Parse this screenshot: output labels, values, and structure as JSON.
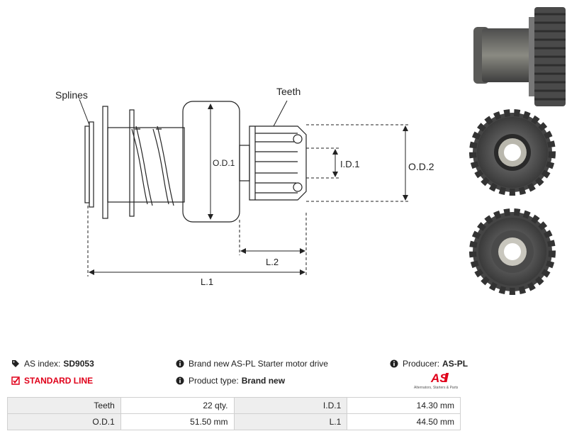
{
  "diagram": {
    "labels": {
      "splines": "Splines",
      "teeth": "Teeth",
      "od1": "O.D.1",
      "id1": "I.D.1",
      "od2": "O.D.2",
      "l2": "L.2",
      "l1": "L.1"
    }
  },
  "info": {
    "as_index_label": "AS index:",
    "as_index_value": "SD9053",
    "standard_line": "STANDARD LINE",
    "description": "Brand new AS-PL Starter motor drive",
    "product_type_label": "Product type:",
    "product_type_value": "Brand new",
    "producer_label": "Producer:",
    "producer_value": "AS-PL"
  },
  "logo": {
    "text": "AS",
    "tagline": "Alternators, Starters & Parts",
    "accent_color": "#e0001a"
  },
  "specs": [
    {
      "label1": "Teeth",
      "value1": "22 qty.",
      "label2": "I.D.1",
      "value2": "14.30 mm"
    },
    {
      "label1": "O.D.1",
      "value1": "51.50 mm",
      "label2": "L.1",
      "value2": "44.50 mm"
    }
  ],
  "colors": {
    "accent": "#e0001a",
    "line": "#222222",
    "table_label_bg": "#eeeeee"
  }
}
